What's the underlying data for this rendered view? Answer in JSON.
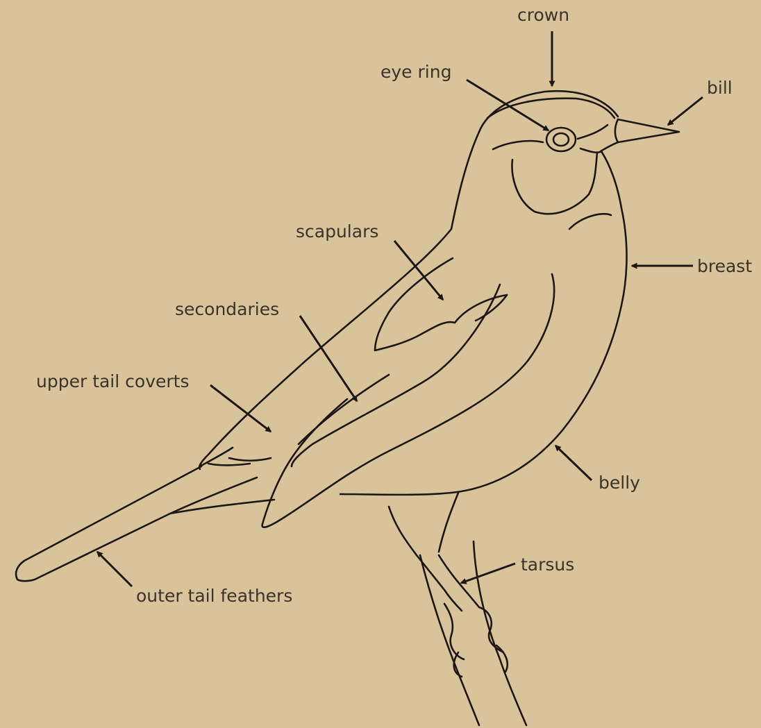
{
  "diagram": {
    "labels": {
      "crown": "crown",
      "eye_ring": "eye ring",
      "bill": "bill",
      "scapulars": "scapulars",
      "breast": "breast",
      "secondaries": "secondaries",
      "upper_tail_coverts": "upper tail coverts",
      "belly": "belly",
      "tarsus": "tarsus",
      "outer_tail_feathers": "outer tail feathers"
    }
  },
  "colors": {
    "paper": "#d9c39a",
    "ink": "#1c1712",
    "label_text": "#3b3329"
  }
}
